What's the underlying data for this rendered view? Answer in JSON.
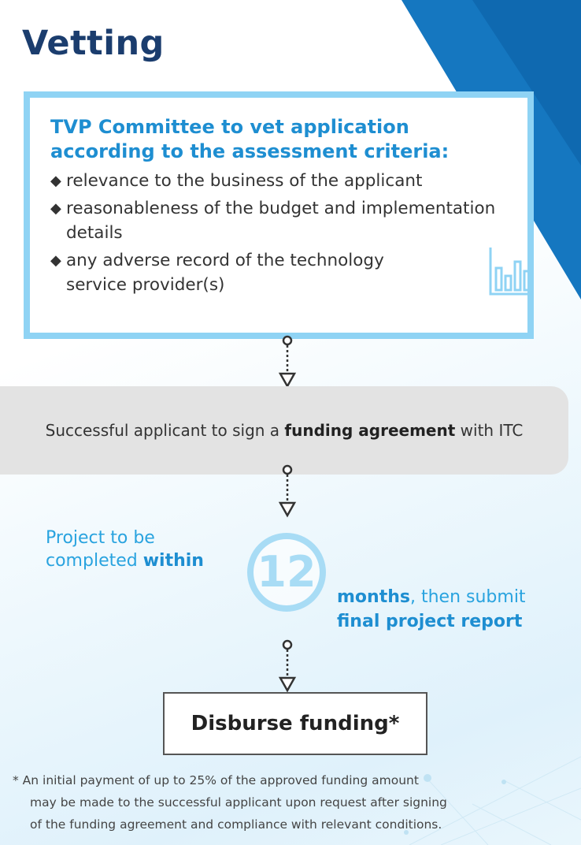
{
  "title": "Vetting",
  "criteria": {
    "heading": "TVP Committee to vet application according to the assessment criteria:",
    "items": [
      "relevance to the business of the applicant",
      "reasonableness of the budget and implementation details",
      "any adverse record of the technology service provider(s)"
    ]
  },
  "agreement": {
    "prefix": "Successful applicant to sign a ",
    "bold": "funding agreement",
    "suffix": " with ITC"
  },
  "project": {
    "line1": "Project to be",
    "line2_prefix": "completed ",
    "line2_bold": "within",
    "number": "12",
    "months_bold": "months",
    "months_suffix": ", then submit",
    "final_bold": "final project report"
  },
  "disburse": {
    "label": "Disburse funding*"
  },
  "footnote": {
    "line1": "* An initial payment of up to 25% of the approved funding amount",
    "line2": "may be made to the successful applicant upon request after signing",
    "line3": "of the funding agreement and compliance with relevant conditions."
  },
  "colors": {
    "title": "#1b3d6e",
    "accent_blue": "#1e8ed1",
    "light_blue": "#8fd3f4",
    "box_grey": "#e3e3e3"
  }
}
